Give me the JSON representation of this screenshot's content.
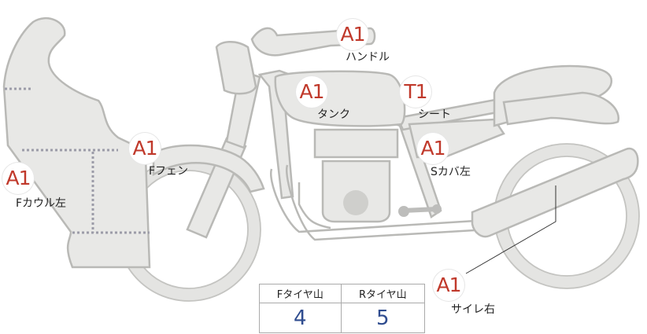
{
  "markers": [
    {
      "code": "A1",
      "label": "Fカウル左"
    },
    {
      "code": "A1",
      "label": "Fフェン"
    },
    {
      "code": "A1",
      "label": "ハンドル"
    },
    {
      "code": "A1",
      "label": "タンク"
    },
    {
      "code": "T1",
      "label": "シート"
    },
    {
      "code": "A1",
      "label": "Sカバ左"
    },
    {
      "code": "A1",
      "label": "サイレ右"
    }
  ],
  "tread_table": {
    "headers": [
      "Fタイヤ山",
      "Rタイヤ山"
    ],
    "values": [
      "4",
      "5"
    ]
  },
  "colors": {
    "part_fill": "#e8e8e6",
    "part_stroke": "#b9b9b6",
    "marker_text": "#c0392b",
    "value_text": "#2f4c8f",
    "dotted_line": "#9c9ca8"
  }
}
